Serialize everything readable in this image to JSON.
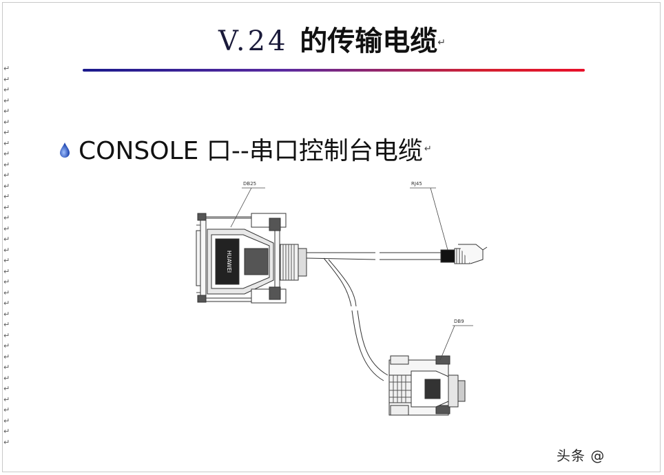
{
  "slide": {
    "title_latin": "V.24 ",
    "title_cjk": "的传输电缆",
    "return_glyph": "↵",
    "bullet_text": "CONSOLE 口--串口控制台电缆"
  },
  "diagram": {
    "label_db25": "DB25",
    "label_rj45": "RJ45",
    "label_db9": "DB9",
    "connector_brand": "HUAWEI"
  },
  "watermark": {
    "text": "头条 @"
  },
  "colors": {
    "rule_start": "#1a1a8c",
    "rule_end": "#e8102a",
    "bullet": "#2a4fb0"
  },
  "icons": [
    "water-drop-bullet-icon",
    "return-arrow-icon"
  ]
}
